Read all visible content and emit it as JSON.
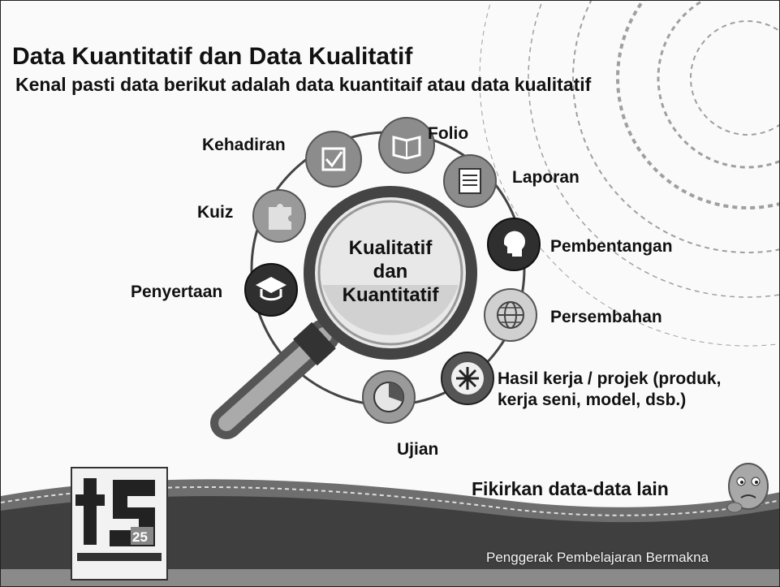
{
  "slide": {
    "title": "Data Kuantitatif dan Data Kualitatif",
    "subtitle": "Kenal pasti data berikut adalah data kuantitaif atau data kualitatif",
    "center": {
      "line1": "Kualitatif",
      "line2": "dan",
      "line3": "Kuantitatif"
    },
    "items": {
      "folio": "Folio",
      "kehadiran": "Kehadiran",
      "laporan": "Laporan",
      "kuiz": "Kuiz",
      "pembentangan": "Pembentangan",
      "penyertaan": "Penyertaan",
      "persembahan": "Persembahan",
      "hasil_line1": "Hasil kerja / projek (produk,",
      "hasil_line2": "kerja seni, model, dsb.)",
      "ujian": "Ujian"
    },
    "footer": {
      "prompt": "Fikirkan data-data lain",
      "tagline": "Penggerak Pembelajaran Bermakna",
      "logo_number": "25"
    }
  }
}
